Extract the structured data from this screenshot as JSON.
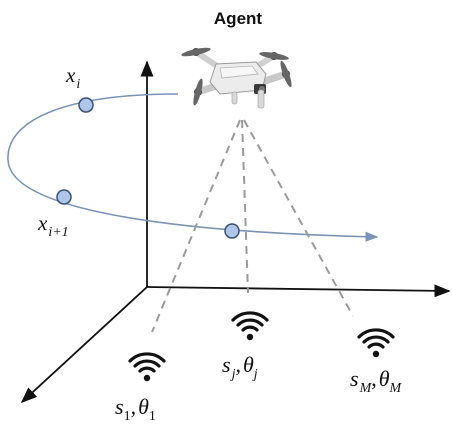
{
  "agent_label": "Agent",
  "points": {
    "xi": {
      "base": "x",
      "sub": "i"
    },
    "xi1": {
      "base": "x",
      "sub": "i+1"
    }
  },
  "sensors": [
    {
      "s_base": "s",
      "s_sub": "1",
      "sep": ",",
      "t_base": "θ",
      "t_sub": "1"
    },
    {
      "s_base": "s",
      "s_sub": "j",
      "sep": ",",
      "t_base": "θ",
      "t_sub": "j"
    },
    {
      "s_base": "s",
      "s_sub": "M",
      "sep": ",",
      "t_base": "θ",
      "t_sub": "M"
    }
  ],
  "colors": {
    "axis": "#111111",
    "trajectory": "#7a93b8",
    "point_fill": "#aec6ea",
    "point_stroke": "#3d4f6e",
    "dashed": "#9a9a9a",
    "wifi": "#111111"
  },
  "icons": [
    "drone-icon",
    "wifi-icon"
  ]
}
